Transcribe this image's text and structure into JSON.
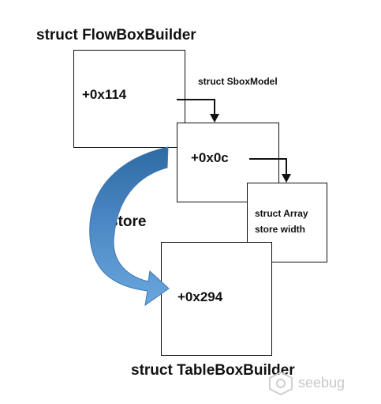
{
  "diagram": {
    "flowbox_title": "struct FlowBoxBuilder",
    "flowbox_offset": "+0x114",
    "sboxmodel_label": "struct SboxModel",
    "sboxmodel_offset": "+0x0c",
    "array_line1": "struct Array",
    "array_line2": "store width",
    "store_label": "store",
    "tablebox_offset": "+0x294",
    "tablebox_title": "struct TableBoxBuilder"
  },
  "watermark": {
    "text": "seebug"
  },
  "colors": {
    "arrow_light": "#5b9bd5",
    "arrow_dark": "#2e6aa3",
    "stroke": "#111111"
  }
}
